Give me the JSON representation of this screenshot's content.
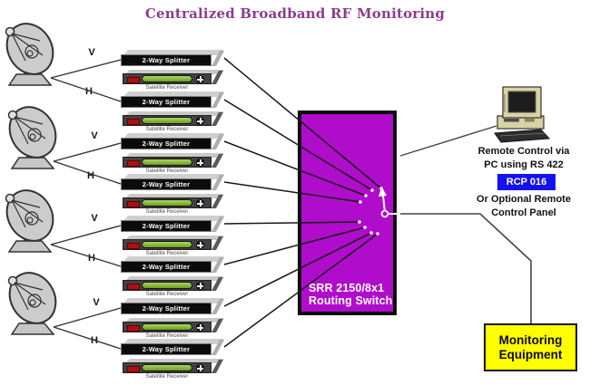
{
  "title": "Centralized Broadband RF Monitoring",
  "labels": {
    "v": "V",
    "h": "H"
  },
  "devices": {
    "splitter": "2-Way Splitter",
    "receiver": "Satellite Receiver"
  },
  "switch": {
    "name_line1": "SRR 2150/8x1",
    "name_line2": "Routing Switch"
  },
  "remote_control": {
    "caption_line1": "Remote Control via",
    "caption_line2": "PC using RS 422",
    "rcp_badge": "RCP 016",
    "alt_line1": "Or Optional Remote",
    "alt_line2": "Control Panel"
  },
  "monitoring": {
    "line1": "Monitoring",
    "line2": "Equipment"
  },
  "colors": {
    "title_text": "#8C3D8C",
    "switch_fill": "#B00CCB",
    "rcp_bg": "#1212EF",
    "monitoring_bg": "#FFFF00",
    "receiver_display_green": "#7FB335",
    "receiver_display_red": "#A81212"
  }
}
